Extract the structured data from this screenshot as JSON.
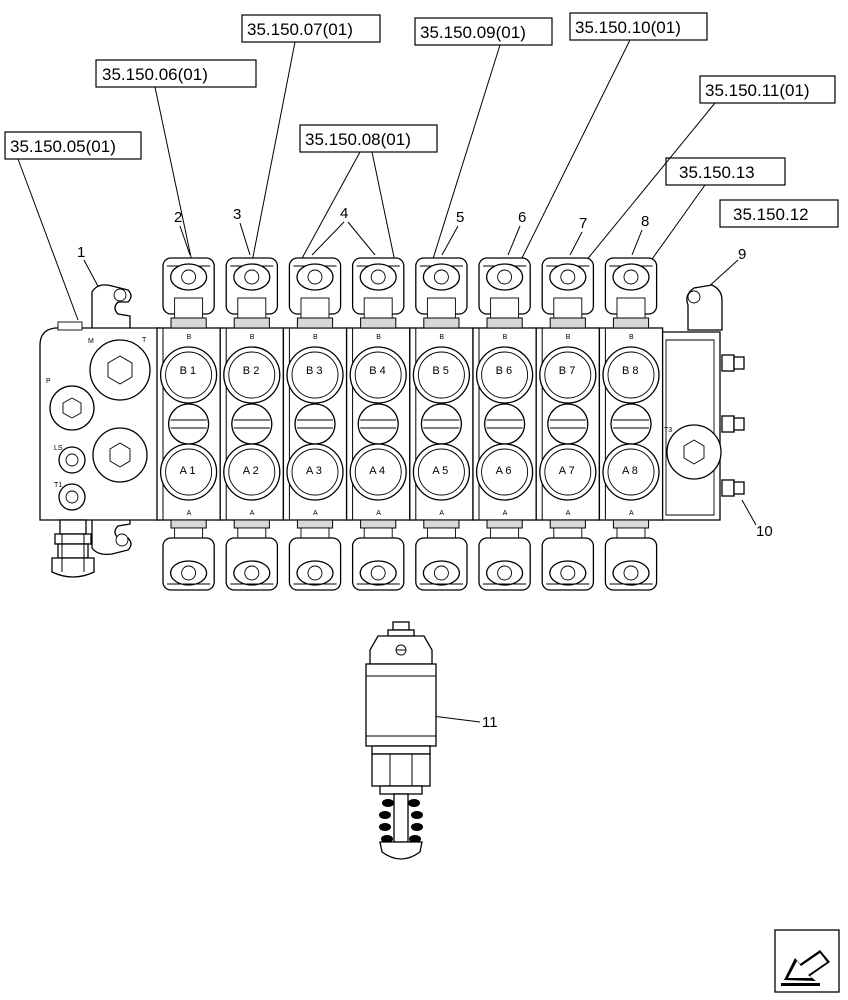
{
  "refs": {
    "r05": "35.150.05(01)",
    "r06": "35.150.06(01)",
    "r07": "35.150.07(01)",
    "r08": "35.150.08(01)",
    "r09": "35.150.09(01)",
    "r10": "35.150.10(01)",
    "r11": "35.150.11(01)",
    "r12": "35.150.12",
    "r13": "35.150.13"
  },
  "callouts": {
    "c1": "1",
    "c2": "2",
    "c3": "3",
    "c4": "4",
    "c5": "5",
    "c6": "6",
    "c7": "7",
    "c8": "8",
    "c9": "9",
    "c10": "10",
    "c11": "11"
  },
  "ports_b": [
    "B 1",
    "B 2",
    "B 3",
    "B 4",
    "B 5",
    "B 6",
    "B 7",
    "B 8"
  ],
  "ports_a": [
    "A 1",
    "A 2",
    "A 3",
    "A 4",
    "A 5",
    "A 6",
    "A 7",
    "A 8"
  ],
  "section_top_letter": "B",
  "section_bottom_letter": "A",
  "inlet": {
    "p": "P",
    "t": "T",
    "ls": "LS",
    "t1": "T1",
    "m": "M"
  },
  "end_cover": {
    "t3": "T3"
  },
  "nav_icon": "back-arrow-icon"
}
